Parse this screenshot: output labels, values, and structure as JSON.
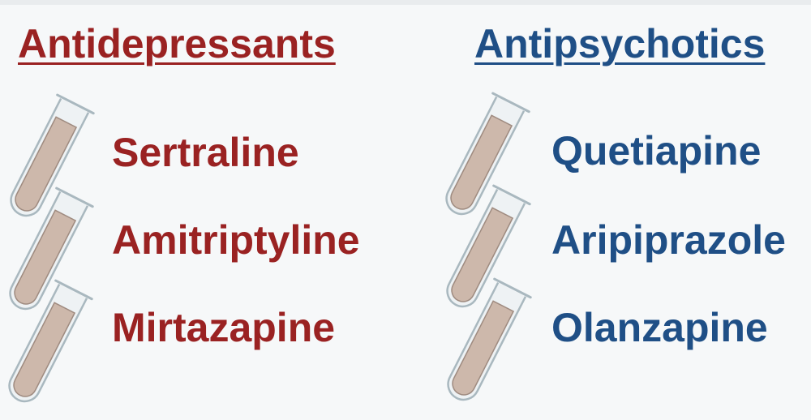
{
  "colors": {
    "antidepressants": "#9a2222",
    "antipsychotics": "#1f4f86",
    "tube_glass": "#eef2f4",
    "tube_outline": "#a9b8bf",
    "tube_fill": "#cdb8ab",
    "tube_fill_outline": "#9f8b80"
  },
  "icons": {
    "test_tube": "test-tube-icon"
  },
  "groups": [
    {
      "heading": "Antidepressants",
      "drugs": [
        "Sertraline",
        "Amitriptyline",
        "Mirtazapine"
      ]
    },
    {
      "heading": "Antipsychotics",
      "drugs": [
        "Quetiapine",
        "Aripiprazole",
        "Olanzapine"
      ]
    }
  ]
}
